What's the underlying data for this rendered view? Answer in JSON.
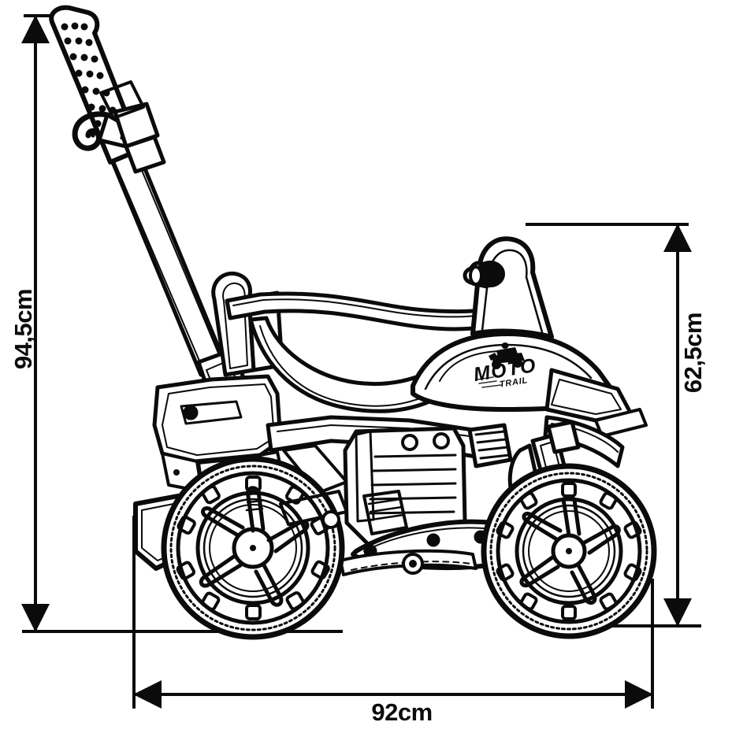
{
  "figure": {
    "type": "product-dimension-drawing",
    "subject": "ride-on toy motorcycle with parent push handle",
    "style": "black and white line art, side elevation view",
    "background_color": "#ffffff",
    "line_color": "#0b0b0b"
  },
  "dimensions": {
    "overall_height": {
      "value": "94,5cm",
      "orientation": "vertical",
      "position": "left",
      "description": "total height including push handle"
    },
    "seat_height": {
      "value": "62,5cm",
      "orientation": "vertical",
      "position": "right",
      "description": "height of motorcycle body without handle"
    },
    "overall_length": {
      "value": "92cm",
      "orientation": "horizontal",
      "position": "bottom",
      "description": "total length from rear footrest to front wheel"
    }
  },
  "branding": {
    "tank_logo_primary": "MOTO",
    "tank_logo_secondary": "TRAIL"
  },
  "parts": [
    {
      "name": "push-handle",
      "label": "Parent push handle with textured grip"
    },
    {
      "name": "handle-hook",
      "label": "Handle hook clip"
    },
    {
      "name": "backrest",
      "label": "Backrest"
    },
    {
      "name": "safety-bar",
      "label": "Safety bar"
    },
    {
      "name": "seat",
      "label": "Seat"
    },
    {
      "name": "fuel-tank",
      "label": "Fuel tank with MOTO TRAIL decal"
    },
    {
      "name": "headlight-shroud",
      "label": "Headlight shroud"
    },
    {
      "name": "handlebar-grip",
      "label": "Handlebar grip"
    },
    {
      "name": "front-fender",
      "label": "Front fender"
    },
    {
      "name": "engine-block",
      "label": "Engine block with cooling fins"
    },
    {
      "name": "exhaust",
      "label": "Exhaust pipe"
    },
    {
      "name": "rear-wheel",
      "label": "Rear wheel, 5-spoke with knobby tread"
    },
    {
      "name": "front-wheel",
      "label": "Front wheel, 5-spoke with knobby tread"
    },
    {
      "name": "front-fork",
      "label": "Front fork"
    },
    {
      "name": "rear-footrest",
      "label": "Rear footrest step"
    }
  ]
}
